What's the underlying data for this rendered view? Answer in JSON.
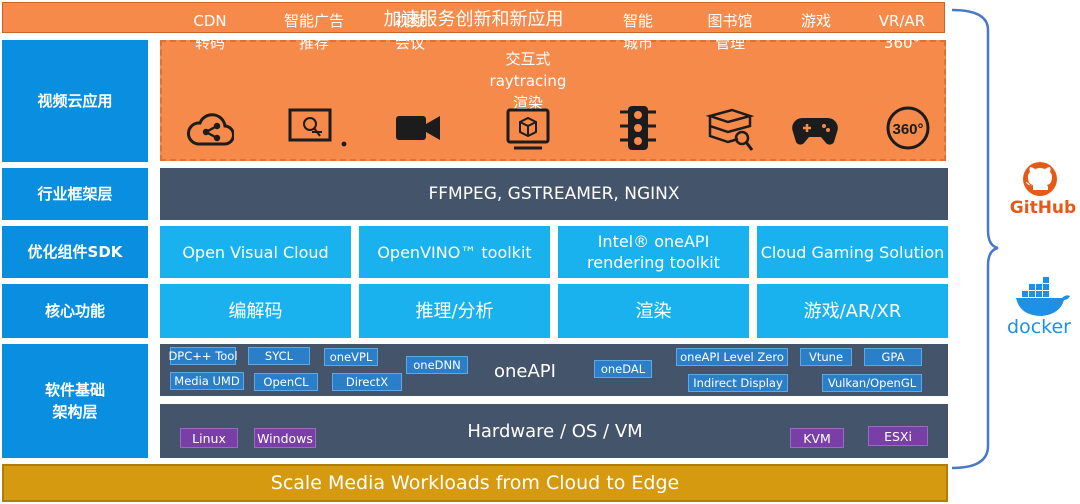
{
  "top_banner": "加速服务创新和新应用",
  "bottom_banner": "Scale Media Workloads from Cloud to Edge",
  "layers": {
    "video_cloud": "视频云应用",
    "industry": "行业框架层",
    "sdk": "优化组件SDK",
    "core": "核心功能",
    "infra": "软件基础\n架构层"
  },
  "apps": [
    {
      "label": "CDN\n转码",
      "icon": "cloud-share-icon"
    },
    {
      "label": "智能广告\n推荐",
      "icon": "ad-screen-icon"
    },
    {
      "label": "视频\n会议",
      "icon": "video-camera-icon"
    },
    {
      "label": "交互式\nraytracing\n渲染",
      "icon": "cube-monitor-icon"
    },
    {
      "label": "智能\n城市",
      "icon": "traffic-light-icon"
    },
    {
      "label": "图书馆\n管理",
      "icon": "books-search-icon"
    },
    {
      "label": "游戏",
      "icon": "gamepad-icon"
    },
    {
      "label": "VR/AR\n360°",
      "icon": "360-icon"
    }
  ],
  "frameworks": "FFMPEG, GSTREAMER, NGINX",
  "sdks": [
    "Open Visual Cloud",
    "OpenVINO™ toolkit",
    "Intel® oneAPI\nrendering toolkit",
    "Cloud Gaming Solution"
  ],
  "core": [
    "编解码",
    "推理/分析",
    "渲染",
    "游戏/AR/XR"
  ],
  "oneapi": {
    "title": "oneAPI",
    "chips": [
      "DPC++ Tool",
      "SYCL",
      "oneVPL",
      "oneDNN",
      "Media UMD",
      "OpenCL",
      "DirectX",
      "oneDAL",
      "oneAPI Level Zero",
      "Vtune",
      "GPA",
      "Indirect Display",
      "Vulkan/OpenGL"
    ]
  },
  "hardware": {
    "title": "Hardware / OS / VM",
    "chips": [
      "Linux",
      "Windows",
      "KVM",
      "ESXi"
    ]
  },
  "brands": {
    "github": "GitHub",
    "docker": "docker"
  },
  "colors": {
    "orange": "#f58a4b",
    "blue": "#1ab1ef",
    "left_blue": "#0a8ee0",
    "dark": "#44546a",
    "gold": "#d59a10",
    "chip_blue": "#2b7fc9",
    "chip_purple": "#7a3fa6"
  }
}
